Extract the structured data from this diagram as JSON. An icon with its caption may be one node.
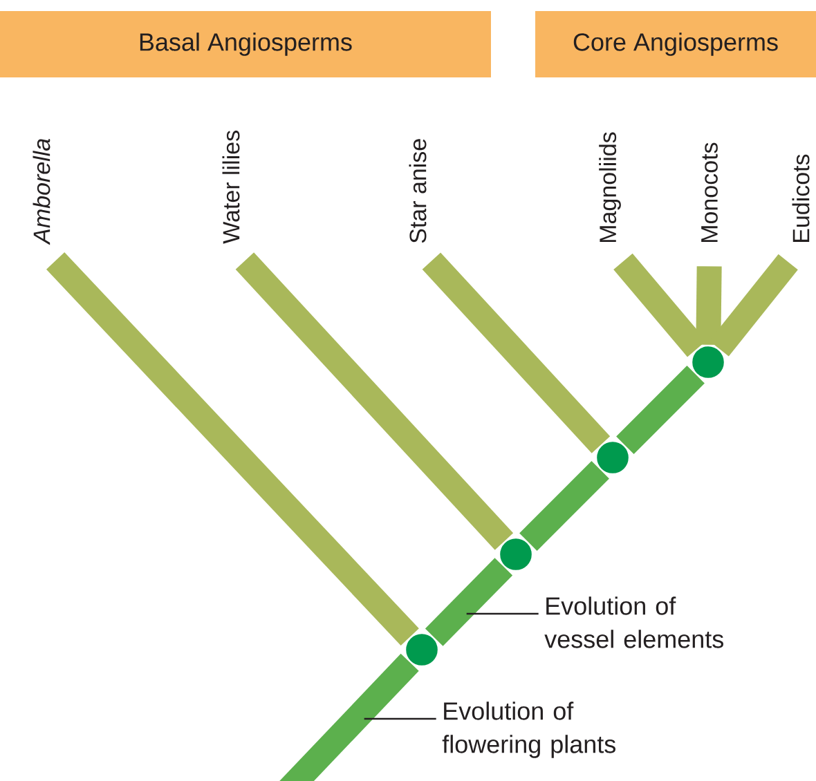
{
  "diagram": {
    "nodes": [
      {
        "text": [
          "Basal Angiosperms"
        ]
      },
      {
        "text": [
          "Core Angiosperms"
        ]
      },
      {
        "text": [
          "Amborella"
        ]
      },
      {
        "text": [
          "Water lilies"
        ]
      },
      {
        "text": [
          "Star anise"
        ]
      },
      {
        "text": [
          "Magnoliids"
        ]
      },
      {
        "text": [
          "Monocots"
        ]
      },
      {
        "text": [
          "Eudicots"
        ]
      },
      {
        "text": [],
        "shape": "circle"
      },
      {
        "text": [],
        "shape": "circle"
      },
      {
        "text": [],
        "shape": "circle"
      },
      {
        "text": [],
        "shape": "circle"
      },
      {
        "text": [
          "Evolution of vessel elements"
        ]
      },
      {
        "text": [
          "Evolution of flowering plants"
        ]
      }
    ],
    "edges": [
      {
        "from": null,
        "to": 8,
        "arrow": "none",
        "color": "#5cb04d"
      },
      {
        "from": 8,
        "to": 2,
        "arrow": "none"
      },
      {
        "from": 8,
        "to": 9,
        "arrow": "none",
        "color": "#5cb04d"
      },
      {
        "from": 9,
        "to": 3,
        "arrow": "none"
      },
      {
        "from": 9,
        "to": 10,
        "arrow": "none",
        "color": "#5cb04d"
      },
      {
        "from": 10,
        "to": 4,
        "arrow": "none"
      },
      {
        "from": 10,
        "to": 11,
        "arrow": "none",
        "color": "#5cb04d"
      },
      {
        "from": 11,
        "to": 5,
        "arrow": "none"
      },
      {
        "from": 11,
        "to": 6,
        "arrow": "none"
      },
      {
        "from": 11,
        "to": 7,
        "arrow": "none"
      },
      {
        "from": 12,
        "to": null,
        "arrow": "none",
        "color": "#231f20"
      },
      {
        "from": 13,
        "to": null,
        "arrow": "none",
        "color": "#231f20"
      }
    ]
  }
}
